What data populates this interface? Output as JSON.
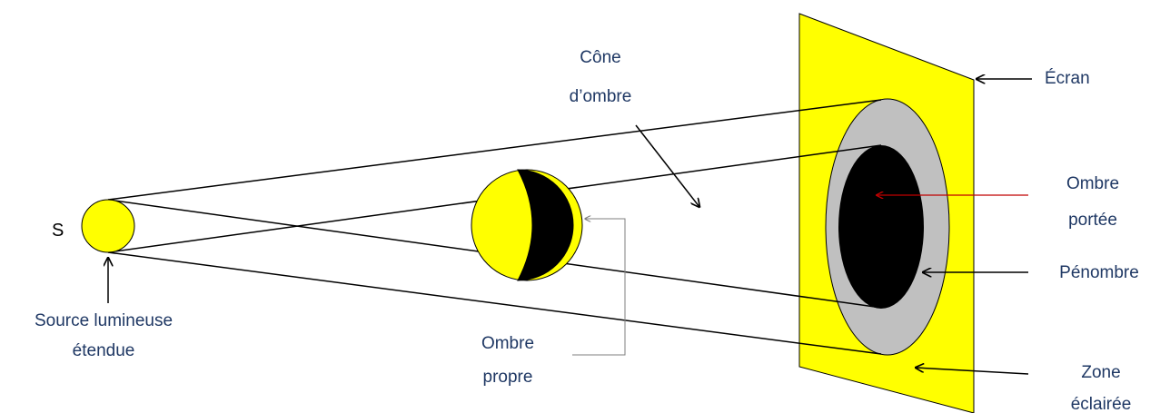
{
  "labels": {
    "source_letter": "S",
    "source_line1": "Source lumineuse",
    "source_line2": "étendue",
    "cone_line1": "Cône",
    "cone_line2": "d’ombre",
    "propre_line1": "Ombre",
    "propre_line2": "propre",
    "ecran": "Écran",
    "portee_line1": "Ombre",
    "portee_line2": "portée",
    "penombre": "Pénombre",
    "zone_line1": "Zone",
    "zone_line2": "éclairée"
  },
  "colors": {
    "light": "#ffff00",
    "shadow": "#000000",
    "penumbra": "#c0c0c0",
    "text": "#1f3864",
    "arrow_red": "#c00000",
    "bracket": "#7f7f7f"
  }
}
